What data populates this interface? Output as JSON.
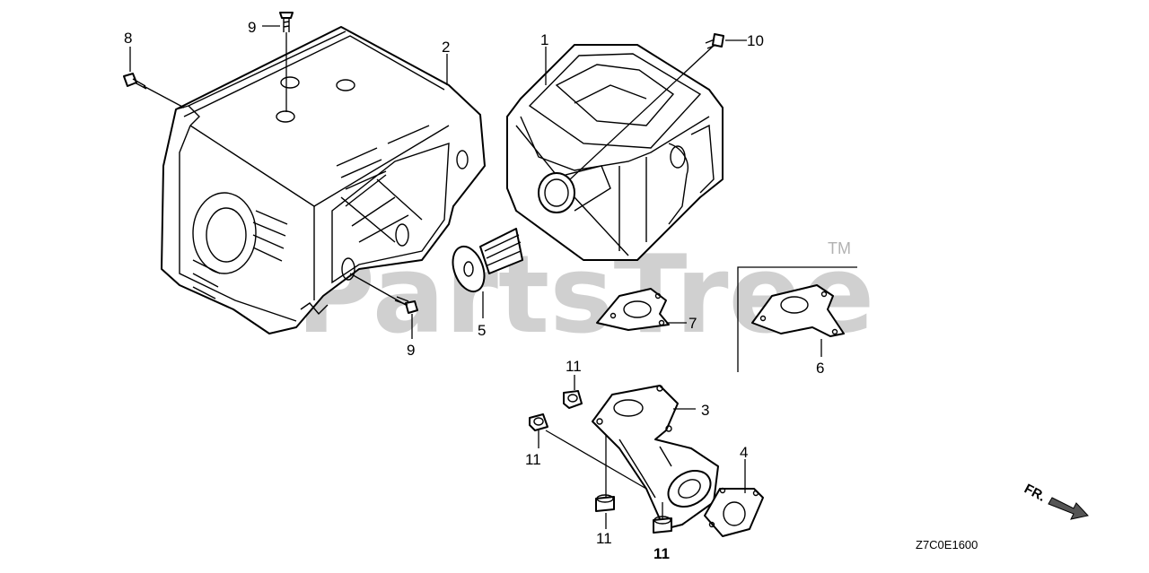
{
  "diagram": {
    "watermark": "PartsTree",
    "trademark": "TM",
    "diagram_code": "Z7C0E1600",
    "front_marker": "FR.",
    "callouts": [
      {
        "id": "c8",
        "label": "8"
      },
      {
        "id": "c9a",
        "label": "9"
      },
      {
        "id": "c2",
        "label": "2"
      },
      {
        "id": "c1",
        "label": "1"
      },
      {
        "id": "c10",
        "label": "10"
      },
      {
        "id": "c9b",
        "label": "9"
      },
      {
        "id": "c5",
        "label": "5"
      },
      {
        "id": "c7",
        "label": "7"
      },
      {
        "id": "c6",
        "label": "6"
      },
      {
        "id": "c11a",
        "label": "11"
      },
      {
        "id": "c3",
        "label": "3"
      },
      {
        "id": "c11b",
        "label": "11"
      },
      {
        "id": "c4",
        "label": "4"
      },
      {
        "id": "c11c",
        "label": "11"
      },
      {
        "id": "c11d",
        "label": "11"
      }
    ]
  }
}
